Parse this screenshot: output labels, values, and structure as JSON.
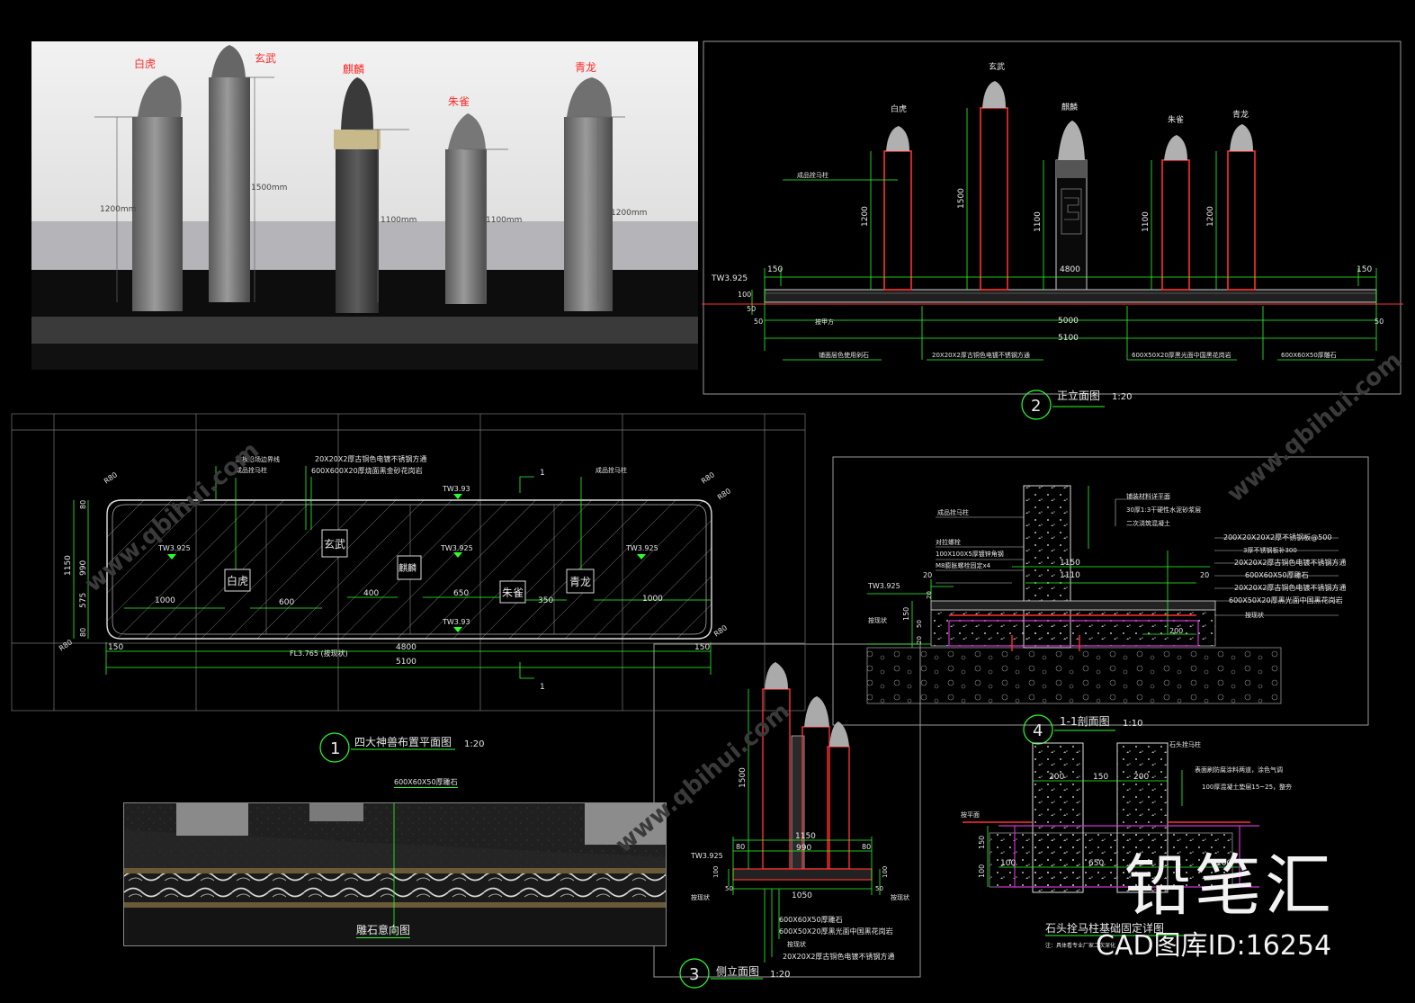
{
  "render_panel": {
    "beasts": [
      "白虎",
      "玄武",
      "麒麟",
      "朱雀",
      "青龙"
    ],
    "heights": [
      "1200mm",
      "1500mm",
      "1100mm",
      "1100mm",
      "1200mm"
    ]
  },
  "front_elevation": {
    "beasts": [
      "白虎",
      "玄武",
      "麒麟",
      "朱雀",
      "青龙"
    ],
    "heights": [
      "1200",
      "1500",
      "1100",
      "1100",
      "1200"
    ],
    "tw": "TW3.925",
    "dims": {
      "d150a": "150",
      "d4800": "4800",
      "d150b": "150",
      "d100": "100",
      "d50a": "50",
      "d50b": "50",
      "d50c": "50",
      "d5000": "5000",
      "d5100": "5100"
    },
    "notes": {
      "column": "成品拴马柱",
      "border": "按甲方",
      "n1": "铺面层色使用剁石",
      "n2": "20X20X2厚古铜色电镀不锈钢方通",
      "n3": "600X50X20厚黑光面中国黑花岗岩",
      "n4": "600X60X50厚雕石"
    },
    "title_num": "2",
    "title": "正立面图",
    "scale": "1:20"
  },
  "plan": {
    "notes": {
      "a": "底板沿场边界线",
      "b": "成品拴马柱",
      "c": "20X20X2厚古铜色电镀不锈钢方通",
      "d": "600X600X20厚烧面黑金砂花岗岩",
      "e": "成品拴马柱"
    },
    "labels": [
      "白虎",
      "玄武",
      "麒麟",
      "朱雀",
      "青龙"
    ],
    "tw_top": "TW3.93",
    "tw_left": "TW3.925",
    "tw_mid": "TW3.925",
    "tw_right": "TW3.925",
    "tw_bottom": "TW3.93",
    "fl": "FL3.765 (按现状)",
    "r80": "R80",
    "dims": {
      "d1000a": "1000",
      "d600": "600",
      "d400": "400",
      "d650": "650",
      "d350": "350",
      "d1000b": "1000",
      "d150a": "150",
      "d4800": "4800",
      "d150b": "150",
      "d5100": "5100",
      "d1150": "1150",
      "d990": "990",
      "d575": "575",
      "d80a": "80",
      "d80b": "80"
    },
    "sec_mark": "1",
    "title_num": "1",
    "title": "四大神兽布置平面图",
    "scale": "1:20"
  },
  "section": {
    "notes_left": [
      "成品拴马柱",
      "对拉螺栓",
      "100X100X5厚镀锌角钢",
      "M8膨胀螺栓固定x4"
    ],
    "notes_right": [
      "铺装材料详平面",
      "30厚1:3干硬性水泥砂浆层",
      "二次浇筑混凝土",
      "200X20X20X2厚不锈钢板@500",
      "3厚不锈钢板补300",
      "20X20X2厚古铜色电镀不锈钢方通",
      "600X60X50厚雕石",
      "20X20X2厚古铜色电镀不锈钢方通",
      "600X50X20厚黑光面中国黑花岗岩",
      "按现状"
    ],
    "tw": "TW3.925",
    "dims": {
      "d1150": "1150",
      "d1110": "1110",
      "d20a": "20",
      "d20b": "20",
      "d20c": "20",
      "d150": "150",
      "d50": "50",
      "d20d": "20",
      "d200": "200"
    },
    "border": "按现状",
    "title_num": "4",
    "title": "1-1剖面图",
    "scale": "1:10"
  },
  "side_elevation": {
    "tw": "TW3.925",
    "dims": {
      "d1500": "1500",
      "d1150": "1150",
      "d80a": "80",
      "d990": "990",
      "d80b": "80",
      "d100a": "100",
      "d50": "50",
      "d1050": "1050",
      "d100b": "100",
      "d50b": "50"
    },
    "notes": [
      "600X60X50厚雕石",
      "600X50X20厚黑光面中国黑花岗岩",
      "按现状",
      "20X20X2厚古铜色电镀不锈钢方通"
    ],
    "left_note": "按现状",
    "right_note": "按现状",
    "title_num": "3",
    "title": "侧立面图",
    "scale": "1:20"
  },
  "foundation": {
    "label": "石头拴马柱",
    "notes": [
      "表面刷防腐涂料两道，涂色气调",
      "100厚混凝土垫层15~25，整夯"
    ],
    "left_note": "按平面",
    "dims": {
      "d200a": "200",
      "d150": "150",
      "d200b": "200",
      "d100a": "100",
      "d650": "650",
      "d100b": "100",
      "d150v": "150",
      "d100v": "100"
    },
    "title": "石头拴马柱基础固定详图",
    "sub": "注：具体看专业厂家二次深化"
  },
  "carve_detail": {
    "note": "600X60X50厚雕石",
    "title": "雕石意向图"
  },
  "watermark": {
    "brand": "铅笔汇",
    "id": "CAD图库ID:16254",
    "url": "www.qbihui.com"
  }
}
